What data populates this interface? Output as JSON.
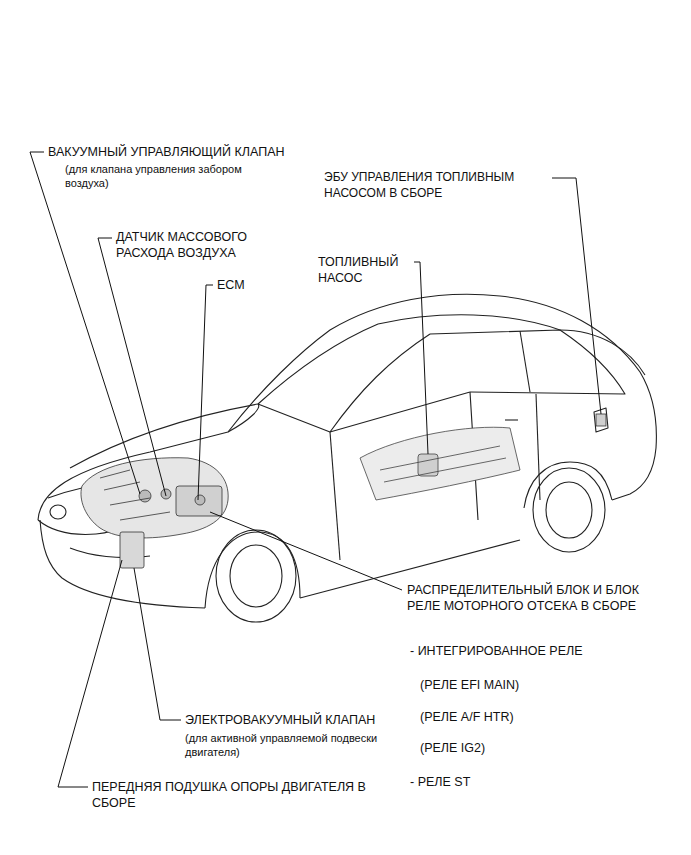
{
  "diagram": {
    "labels": [
      "ВАКУУМНЫЙ УПРАВЛЯЮЩИЙ КЛАПАН",
      "(для клапана управления забором воздуха)",
      "ДАТЧИК МАССОВОГО РАСХОДА ВОЗДУХА",
      "ECM",
      "ЭБУ УПРАВЛЕНИЯ ТОПЛИВНЫМ НАСОСОМ В СБОРЕ",
      "ТОПЛИВНЫЙ НАСОС",
      "РАСПРЕДЕЛИТЕЛЬНЫЙ БЛОК И БЛОК РЕЛЕ МОТОРНОГО ОТСЕКА В СБОРЕ",
      "- ИНТЕГРИРОВАННОЕ РЕЛЕ",
      "(РЕЛЕ EFI MAIN)",
      "(РЕЛЕ A/F HTR)",
      "(РЕЛЕ IG2)",
      "- РЕЛЕ ST",
      "ЭЛЕКТРОВАКУУМНЫЙ КЛАПАН",
      "(для активной управляемой подвески двигателя)",
      "ПЕРЕДНЯЯ ПОДУШКА ОПОРЫ ДВИГАТЕЛЯ В СБОРЕ"
    ]
  }
}
